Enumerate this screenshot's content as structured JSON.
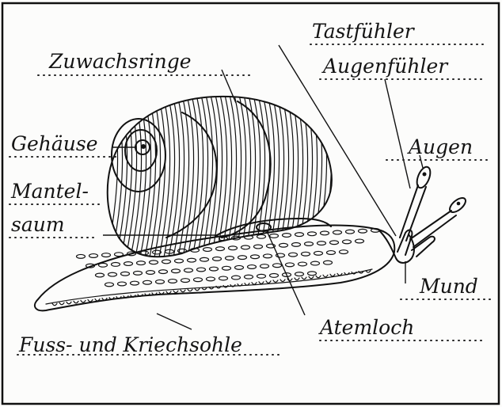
{
  "labels": {
    "zuwachsringe": "Zuwachsringe",
    "gehaeuse": "Gehäuse",
    "mantel_line1": "Mantel-",
    "mantel_line2": "saum",
    "tastfuehler": "Tastfühler",
    "augenfuehler": "Augenfühler",
    "augen": "Augen",
    "mund": "Mund",
    "atemloch": "Atemloch",
    "fuss": "Fuss- und Kriechsohle"
  },
  "colors": {
    "ink": "#111111",
    "paper": "#fcfcfb"
  }
}
